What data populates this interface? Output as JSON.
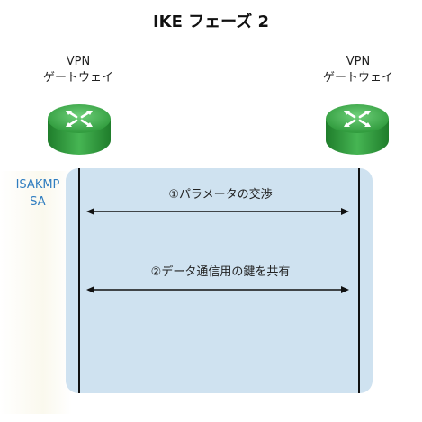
{
  "title": "IKE フェーズ 2",
  "left_gateway": {
    "line1": "VPN",
    "line2": "ゲートウェイ"
  },
  "right_gateway": {
    "line1": "VPN",
    "line2": "ゲートウェイ"
  },
  "sa_label": {
    "line1": "ISAKMP",
    "line2": "SA"
  },
  "steps": [
    {
      "label": "①パラメータの交渉"
    },
    {
      "label": "②データ通信用の鍵を共有"
    }
  ],
  "colors": {
    "router_green": "#3aa646",
    "sa_panel": "#cfe2f0",
    "sa_text": "#2f7dc0"
  },
  "icons": [
    "router-icon"
  ]
}
